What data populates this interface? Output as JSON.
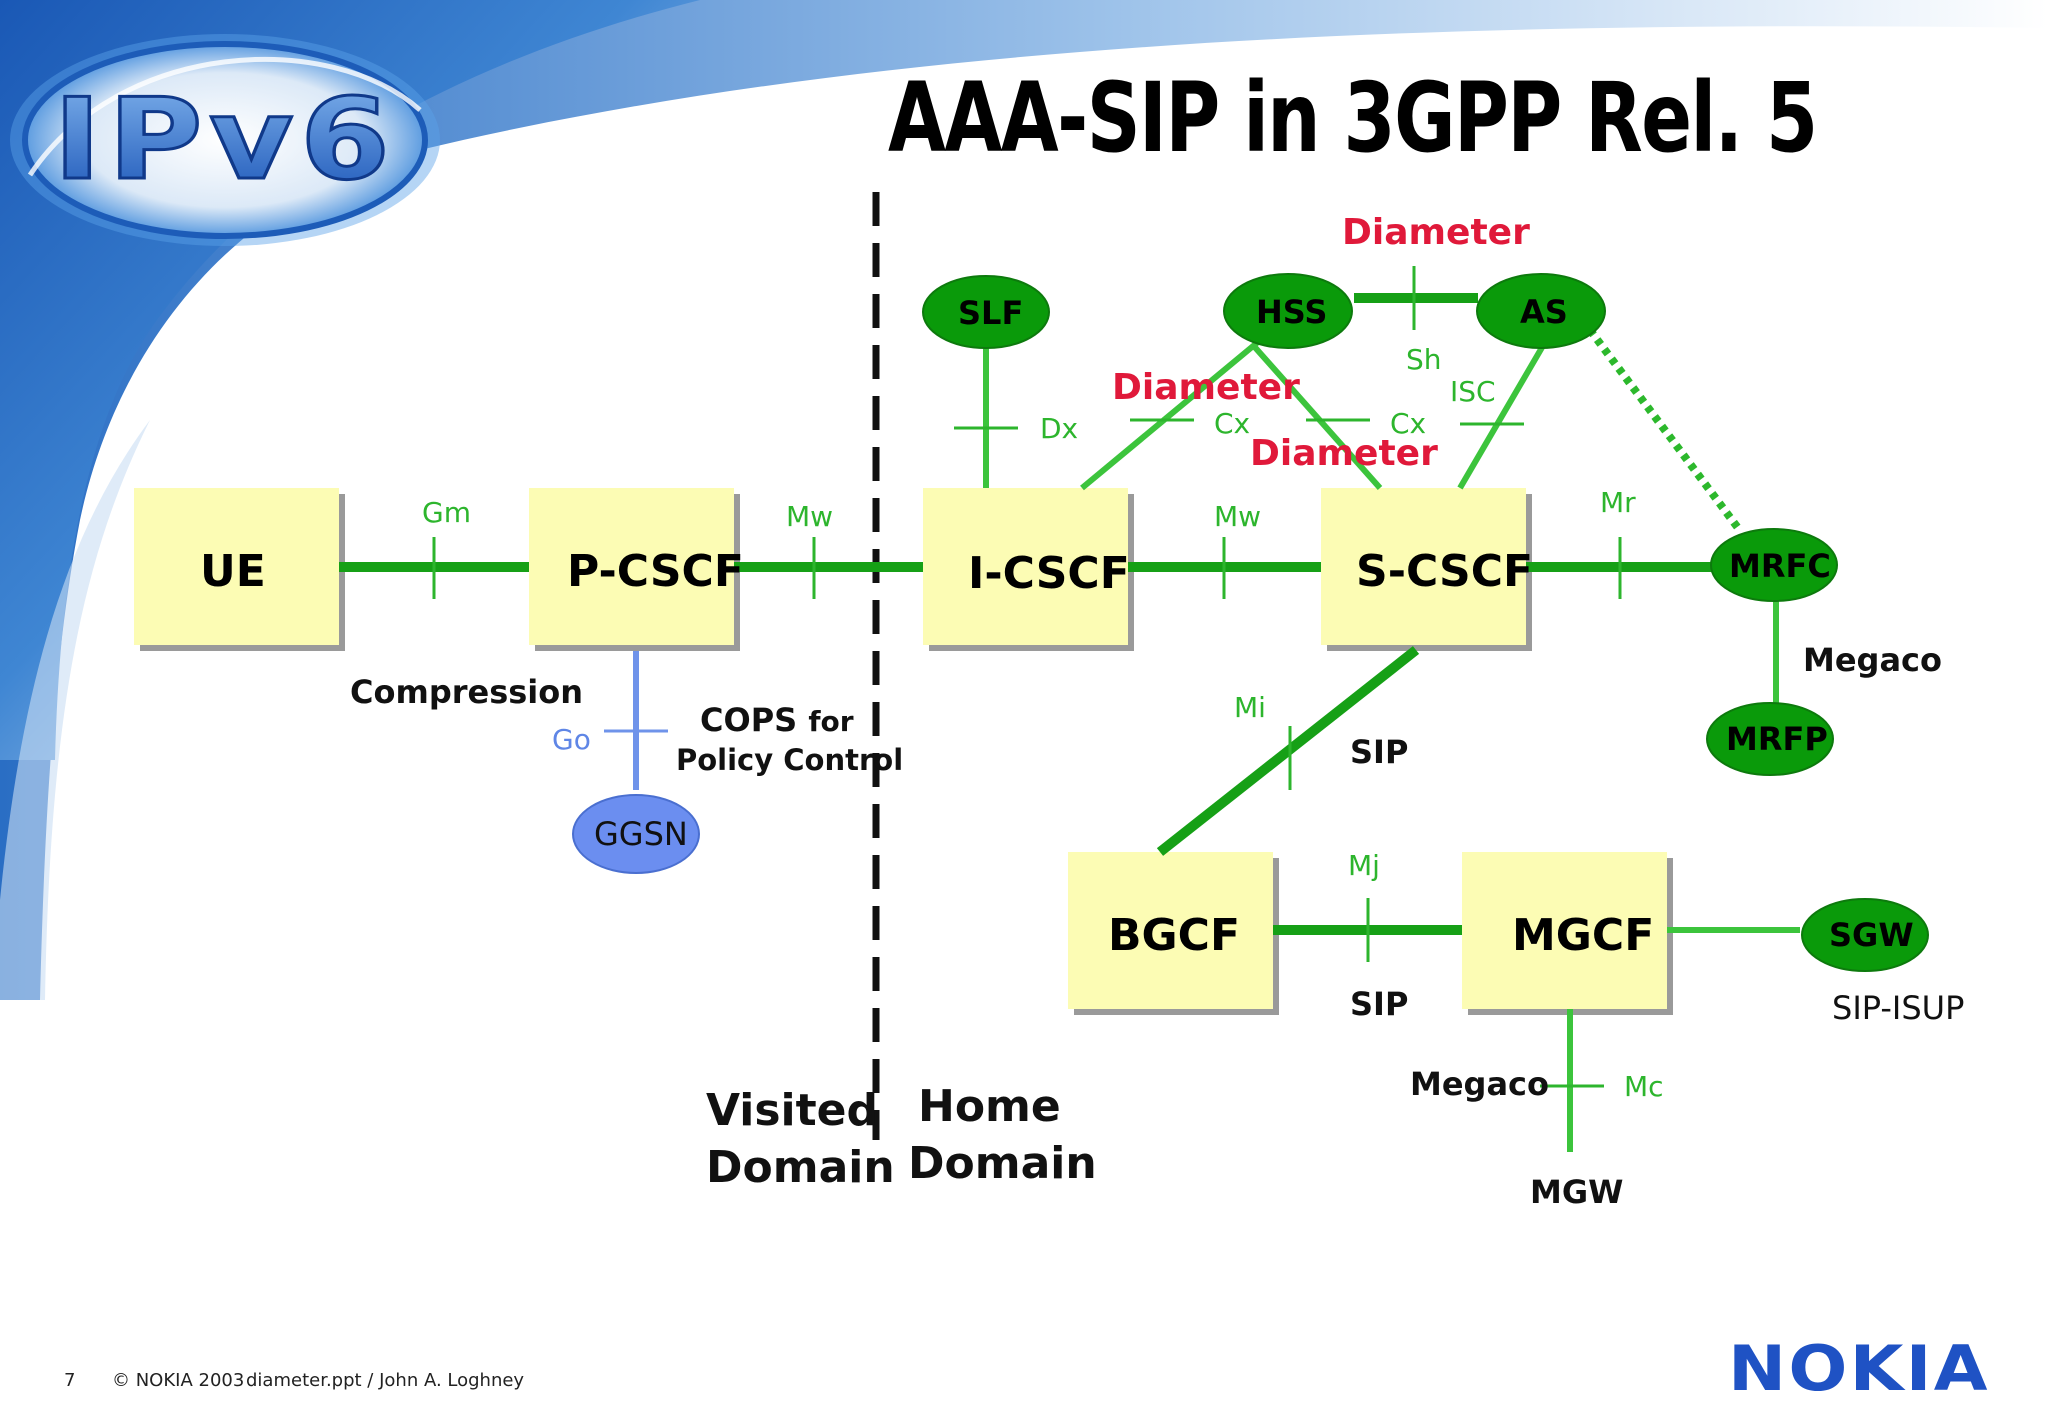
{
  "title": "AAA-SIP in 3GPP Rel. 5",
  "logo_text": "IPv6",
  "colors": {
    "box_fill": "#fcfcb4",
    "node_green": "#0a9a0a",
    "link_green": "#38c438",
    "dark_link": "#1aa51a",
    "go_blue": "#6f93ea",
    "ggsn_blue": "#6b8ef0",
    "diameter_red": "#e0193a",
    "nokia_blue": "#1f52c4"
  },
  "nodes": {
    "ue": "UE",
    "pcscf": "P-CSCF",
    "icscf": "I-CSCF",
    "scscf": "S-CSCF",
    "bgcf": "BGCF",
    "mgcf": "MGCF",
    "slf": "SLF",
    "hss": "HSS",
    "as": "AS",
    "mrfc": "MRFC",
    "mrfp": "MRFP",
    "sgw": "SGW",
    "ggsn": "GGSN",
    "mgw": "MGW"
  },
  "interfaces": {
    "gm": "Gm",
    "mw1": "Mw",
    "mw2": "Mw",
    "mr": "Mr",
    "go": "Go",
    "dx": "Dx",
    "cx1": "Cx",
    "cx2": "Cx",
    "sh": "Sh",
    "isc": "ISC",
    "mi": "Mi",
    "mj": "Mj",
    "mc": "Mc"
  },
  "notes": {
    "compression": "Compression",
    "cops_line1": "COPS",
    "cops_for": "for",
    "cops_line2": "Policy Control",
    "megaco_mrf": "Megaco",
    "sip_mi": "SIP",
    "sip_mj": "SIP",
    "sip_isup": "SIP-ISUP",
    "megaco_mgw": "Megaco"
  },
  "diameter": {
    "top": "Diameter",
    "left": "Diameter",
    "mid": "Diameter"
  },
  "domains": {
    "visited_1": "Visited",
    "visited_2": "Domain",
    "home_1": "Home",
    "home_2": "Domain"
  },
  "footer": {
    "page": "7",
    "copyright": "© NOKIA 2003",
    "file": "diameter.ppt / John A. Loghney"
  },
  "brand": "NOKIA"
}
